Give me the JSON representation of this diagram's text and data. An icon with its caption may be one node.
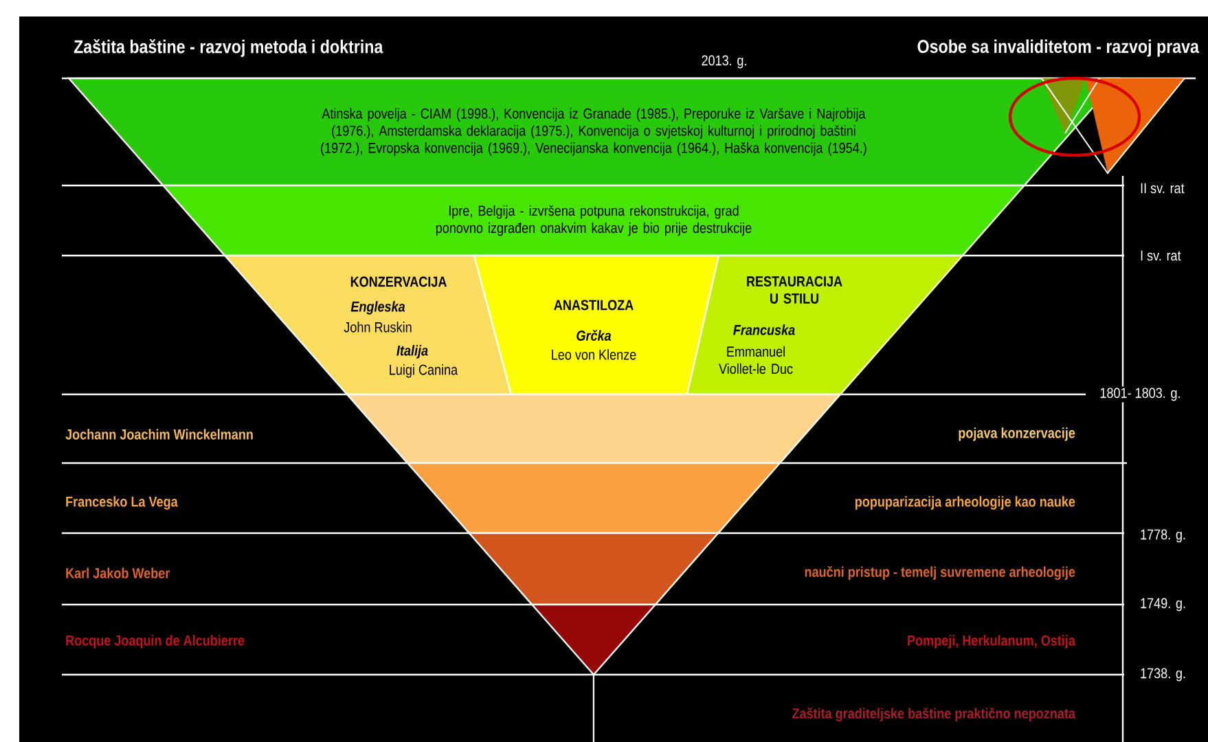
{
  "diagram": {
    "nodes": [
      {
        "text": [
          "Atinska povelja - CIAM (1998.), Konvencija iz Granade (1985.), Preporuke iz Varšave i Najrobija (1976.), Amsterdamska deklaracija (1975.), Konvencija o svjetskoj kulturnoj i prirodnoj baštini (1972.), Evropska konvencija (1969.), Venecijanska konvencija (1964.), Haška konvencija (1954.)"
        ]
      },
      {
        "text": [
          "Ipre, Belgija - izvršena potpuna rekonstrukcija, grad ponovno izgrađen onakvim kakav je bio prije destrukcije"
        ]
      },
      {
        "text": [
          "KONZERVACIJA",
          "Engleska",
          "John Ruskin",
          "Italija",
          "Luigi Canina"
        ]
      },
      {
        "text": [
          "ANASTILOZA",
          "Grčka",
          "Leo von Klenze"
        ]
      },
      {
        "text": [
          "RESTAURACIJA U STILU",
          "Francuska",
          "Emmanuel Viollet-le Duc"
        ]
      },
      {
        "text": [],
        "shape": "band"
      },
      {
        "text": [],
        "shape": "band"
      },
      {
        "text": [],
        "shape": "band"
      },
      {
        "text": [],
        "shape": "triangle"
      }
    ],
    "labels": [
      "Zaštita baštine - razvoj metoda i doktrina",
      "2013. g.",
      "Osobe sa invaliditetom - razvoj prava",
      "II sv. rat",
      "I sv. rat",
      "1801- 1803. g.",
      "Jochann Joachim Winckelmann",
      "pojava konzervacije",
      "Francesko La Vega",
      "popuparizacija arheologije kao nauke",
      "1778. g.",
      "Karl Jakob Weber",
      "naučni pristup - temelj suvremene arheologije",
      "1749. g.",
      "Rocque Joaquin de Alcubierre",
      "Pompeji, Herkulanum, Ostija",
      "1738. g.",
      "Zaštita graditeljske baštine praktično nepoznata"
    ]
  }
}
